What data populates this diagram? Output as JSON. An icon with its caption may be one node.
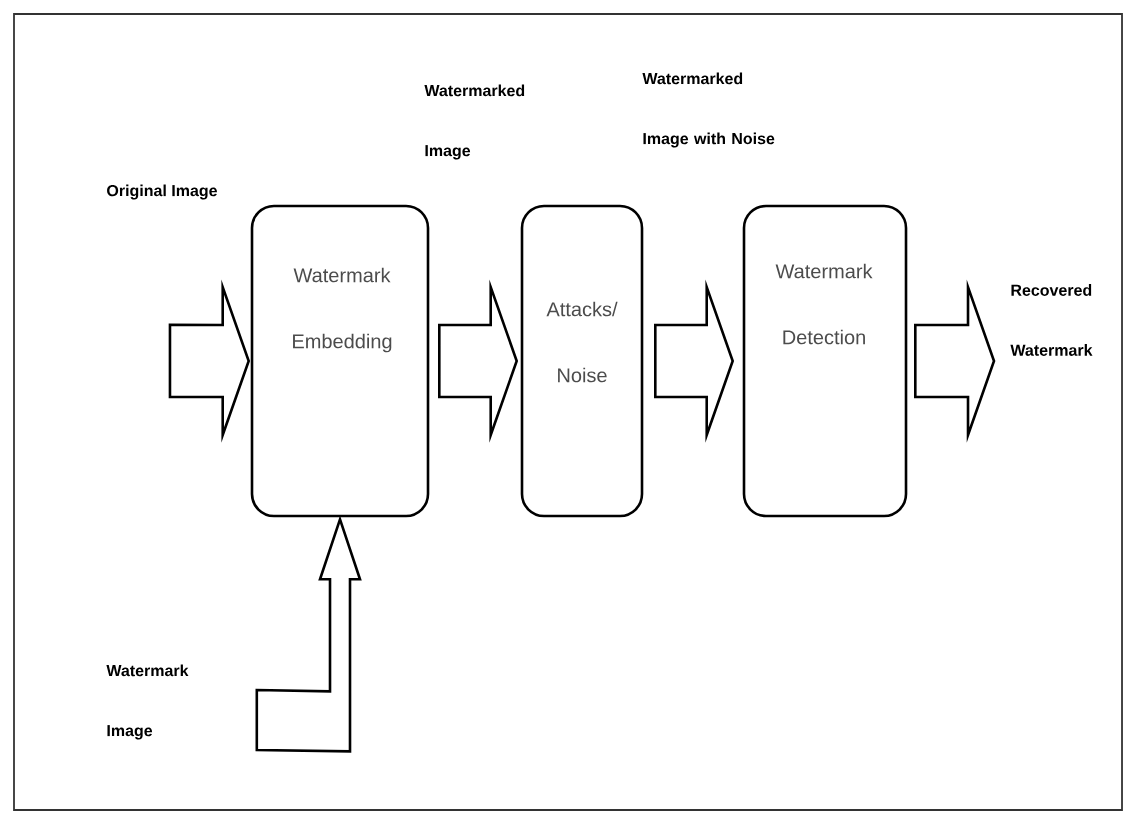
{
  "diagram": {
    "nodes": [
      {
        "text": [
          "Watermark Embedding"
        ]
      },
      {
        "text": [
          "Attacks/ Noise"
        ]
      },
      {
        "text": [
          "Watermark Detection"
        ]
      },
      {
        "text": [
          "Original Image"
        ]
      },
      {
        "text": [
          "Watermark Image"
        ]
      },
      {
        "text": [
          "Recovered Watermark"
        ]
      }
    ],
    "edges": [
      {
        "from": 3,
        "to": 0,
        "arrow": "to"
      },
      {
        "from": 0,
        "to": 1,
        "arrow": "to"
      },
      {
        "from": 1,
        "to": 2,
        "arrow": "to"
      },
      {
        "from": 2,
        "to": 5,
        "arrow": "to"
      },
      {
        "from": 4,
        "to": 0,
        "arrow": "to"
      }
    ],
    "labels": [
      "Watermarked Image",
      "Watermarked Image with Noise"
    ]
  }
}
